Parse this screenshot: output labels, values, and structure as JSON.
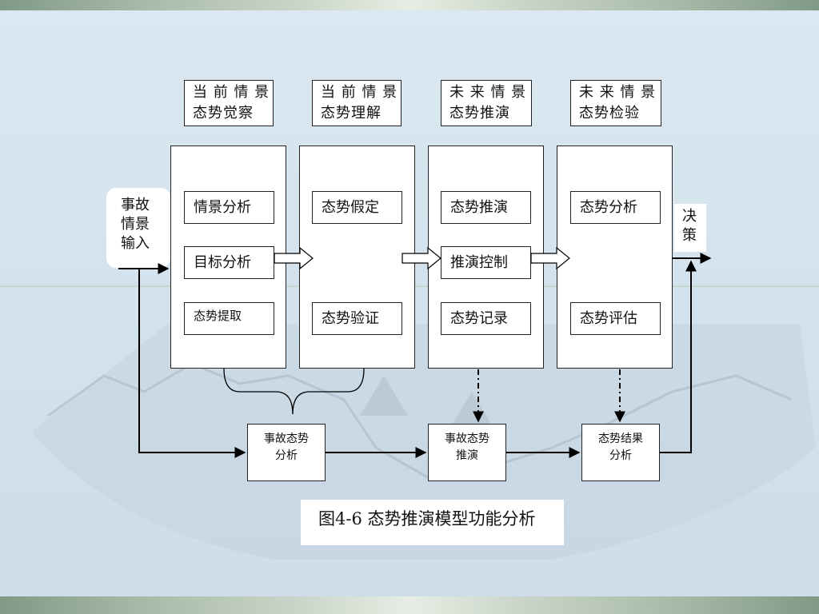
{
  "stage_headers": [
    {
      "line1": "当 前 情 景",
      "line2": "态势觉察"
    },
    {
      "line1": "当 前 情 景",
      "line2": "态势理解"
    },
    {
      "line1": "未 来 情 景",
      "line2": "态势推演"
    },
    {
      "line1": "未 来 情 景",
      "line2": "态势检验"
    }
  ],
  "stages": [
    {
      "items": [
        "情景分析",
        "目标分析",
        "态势提取"
      ]
    },
    {
      "items": [
        "态势假定",
        "态势验证"
      ]
    },
    {
      "items": [
        "态势推演",
        "推演控制",
        "态势记录"
      ]
    },
    {
      "items": [
        "态势分析",
        "态势评估"
      ]
    }
  ],
  "input": {
    "line1": "事故",
    "line2": "情景",
    "line3": "输入"
  },
  "decision": {
    "line1": "决",
    "line2": "策"
  },
  "bottom_boxes": [
    {
      "line1": "事故态势",
      "line2": "分析"
    },
    {
      "line1": "事故态势",
      "line2": "推演"
    },
    {
      "line1": "态势结果",
      "line2": "分析"
    }
  ],
  "caption": "图4-6 态势推演模型功能分析",
  "colors": {
    "background": "#d4e3ee",
    "band": "#a9bba8",
    "stroke": "#000000",
    "box": "#ffffff"
  }
}
